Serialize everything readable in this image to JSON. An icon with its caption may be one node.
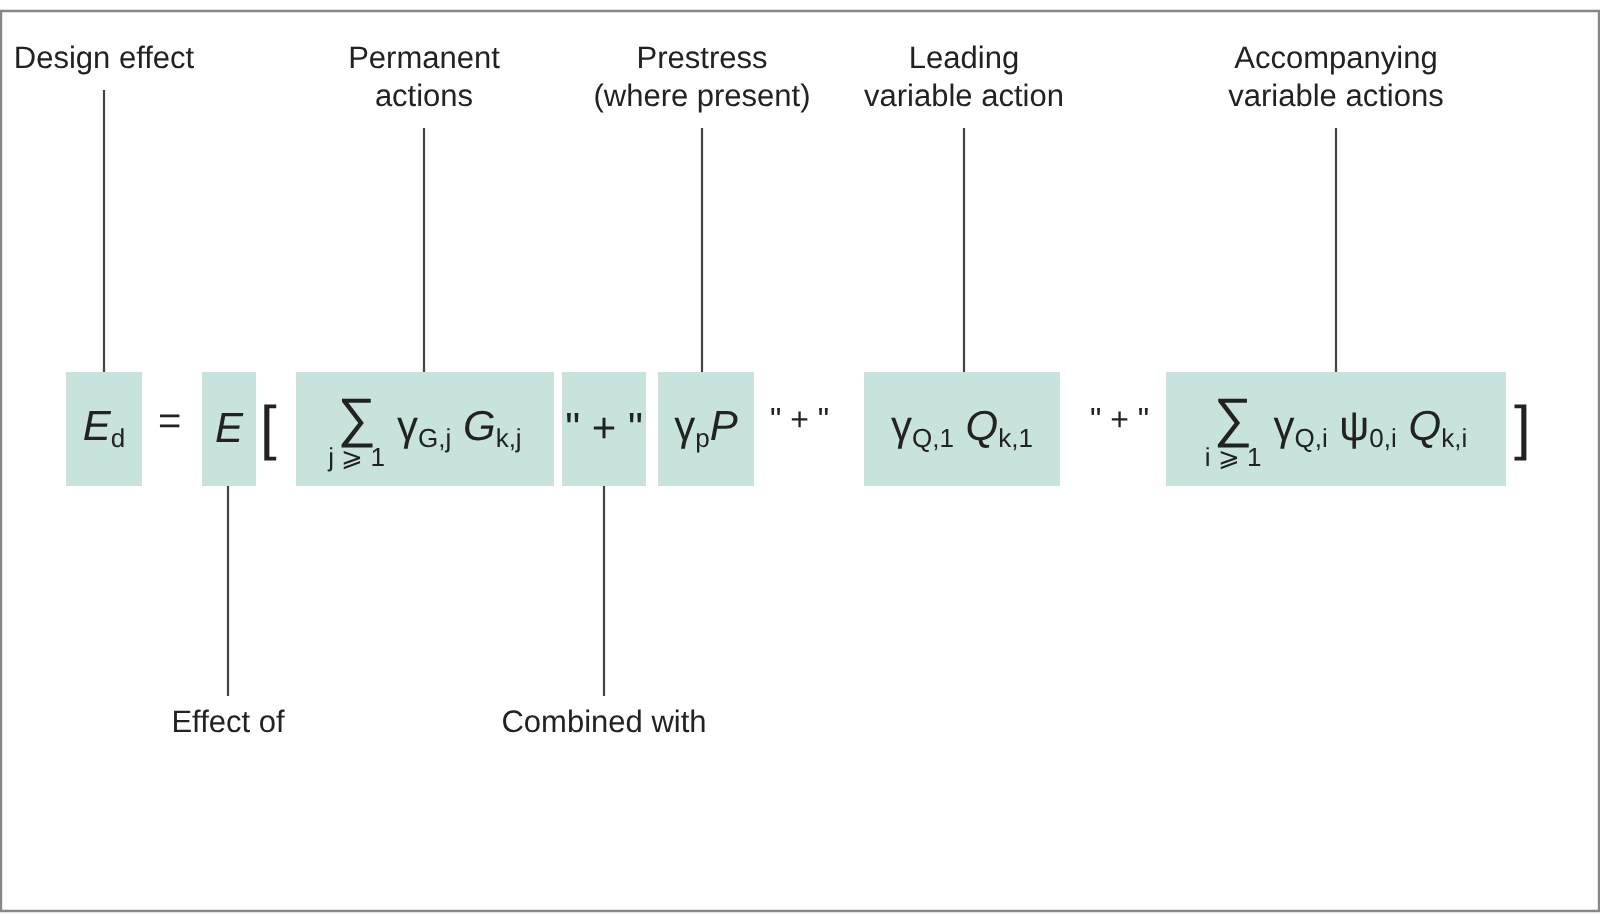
{
  "diagram": {
    "nodes": [
      {
        "text": [
          "Design effect"
        ]
      },
      {
        "text": [
          "Permanent actions"
        ]
      },
      {
        "text": [
          "Prestress (where present)"
        ]
      },
      {
        "text": [
          "Leading variable action"
        ]
      },
      {
        "text": [
          "Accompanying variable actions"
        ]
      },
      {
        "text": [
          "*E*$_{d}$"
        ]
      },
      {
        "text": [
          "E"
        ]
      },
      {
        "text": [
          "∑",
          "j ⩾ 1",
          "γ$_{G,j}$ *G*$_{k,j}$"
        ]
      },
      {
        "text": [
          "\" + \""
        ]
      },
      {
        "text": [
          "γ$_{p}$*P*"
        ]
      },
      {
        "text": [
          "γ$_{Q,1}$ *Q*$_{k,1}$"
        ]
      },
      {
        "text": [
          "∑",
          "i ⩾ 1",
          "γ$_{Q,i}$ ψ$_{0,i}$ *Q*$_{k,i}$"
        ]
      },
      {
        "text": [
          "Effect of"
        ]
      },
      {
        "text": [
          "Combined with"
        ]
      }
    ],
    "edges": [
      {
        "from": 0,
        "to": 5,
        "arrow": "none"
      },
      {
        "from": 1,
        "to": 7,
        "arrow": "none"
      },
      {
        "from": 2,
        "to": 9,
        "arrow": "none"
      },
      {
        "from": 3,
        "to": 10,
        "arrow": "none"
      },
      {
        "from": 4,
        "to": 11,
        "arrow": "none"
      },
      {
        "from": 12,
        "to": 6,
        "arrow": "none"
      },
      {
        "from": 13,
        "to": 8,
        "arrow": "none"
      }
    ],
    "labels": [
      "=",
      "[",
      "\" + \"",
      "\" + \"",
      "]"
    ]
  }
}
